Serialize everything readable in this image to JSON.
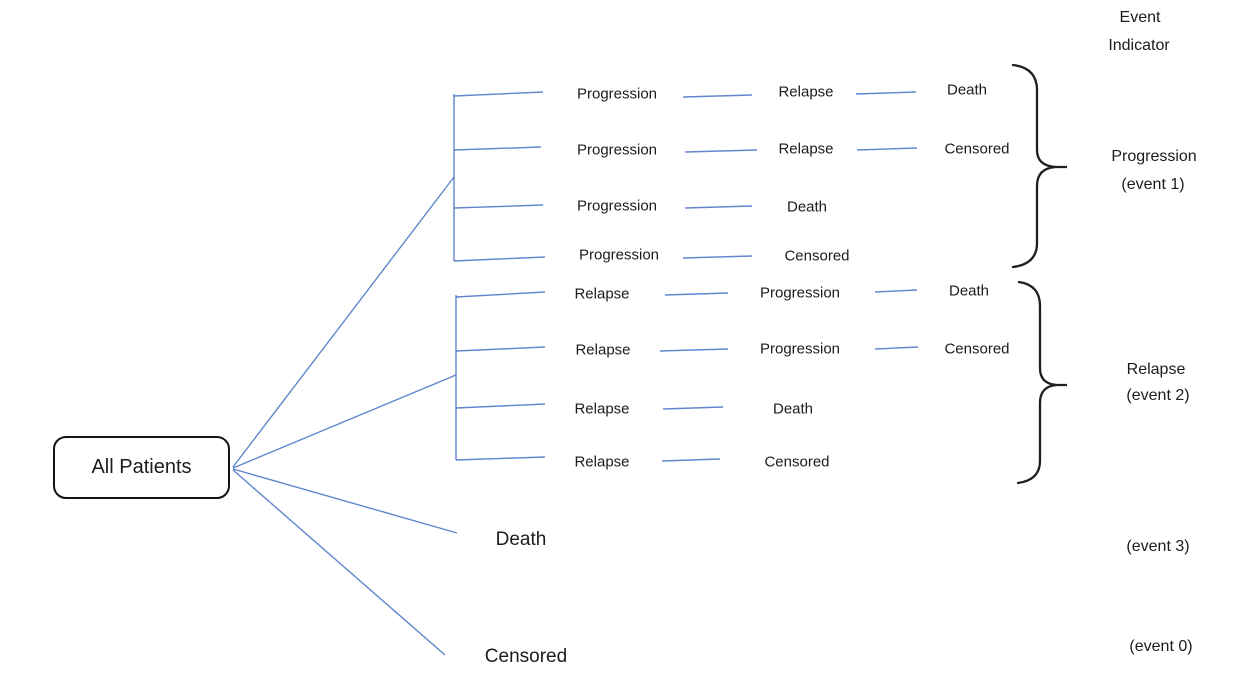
{
  "diagram": {
    "root": {
      "label": "All Patients"
    },
    "header": {
      "line1": "Event",
      "line2": "Indicator"
    },
    "groups": [
      {
        "name": "progression-first",
        "event_label": {
          "line1": "Progression",
          "line2": "(event 1)"
        },
        "rows": [
          {
            "steps": [
              "Progression",
              "Relapse",
              "Death"
            ]
          },
          {
            "steps": [
              "Progression",
              "Relapse",
              "Censored"
            ]
          },
          {
            "steps": [
              "Progression",
              "Death"
            ]
          },
          {
            "steps": [
              "Progression",
              "Censored"
            ]
          }
        ]
      },
      {
        "name": "relapse-first",
        "event_label": {
          "line1": "Relapse",
          "line2": "(event 2)"
        },
        "rows": [
          {
            "steps": [
              "Relapse",
              "Progression",
              "Death"
            ]
          },
          {
            "steps": [
              "Relapse",
              "Progression",
              "Censored"
            ]
          },
          {
            "steps": [
              "Relapse",
              "Death"
            ]
          },
          {
            "steps": [
              "Relapse",
              "Censored"
            ]
          }
        ]
      }
    ],
    "terminal_branches": [
      {
        "label": "Death",
        "event_label": "(event 3)"
      },
      {
        "label": "Censored",
        "event_label": "(event 0)"
      }
    ],
    "colors": {
      "line_blue": "#4472C4",
      "brace_black": "#1f1f1f",
      "text": "#1c1c1c"
    }
  }
}
